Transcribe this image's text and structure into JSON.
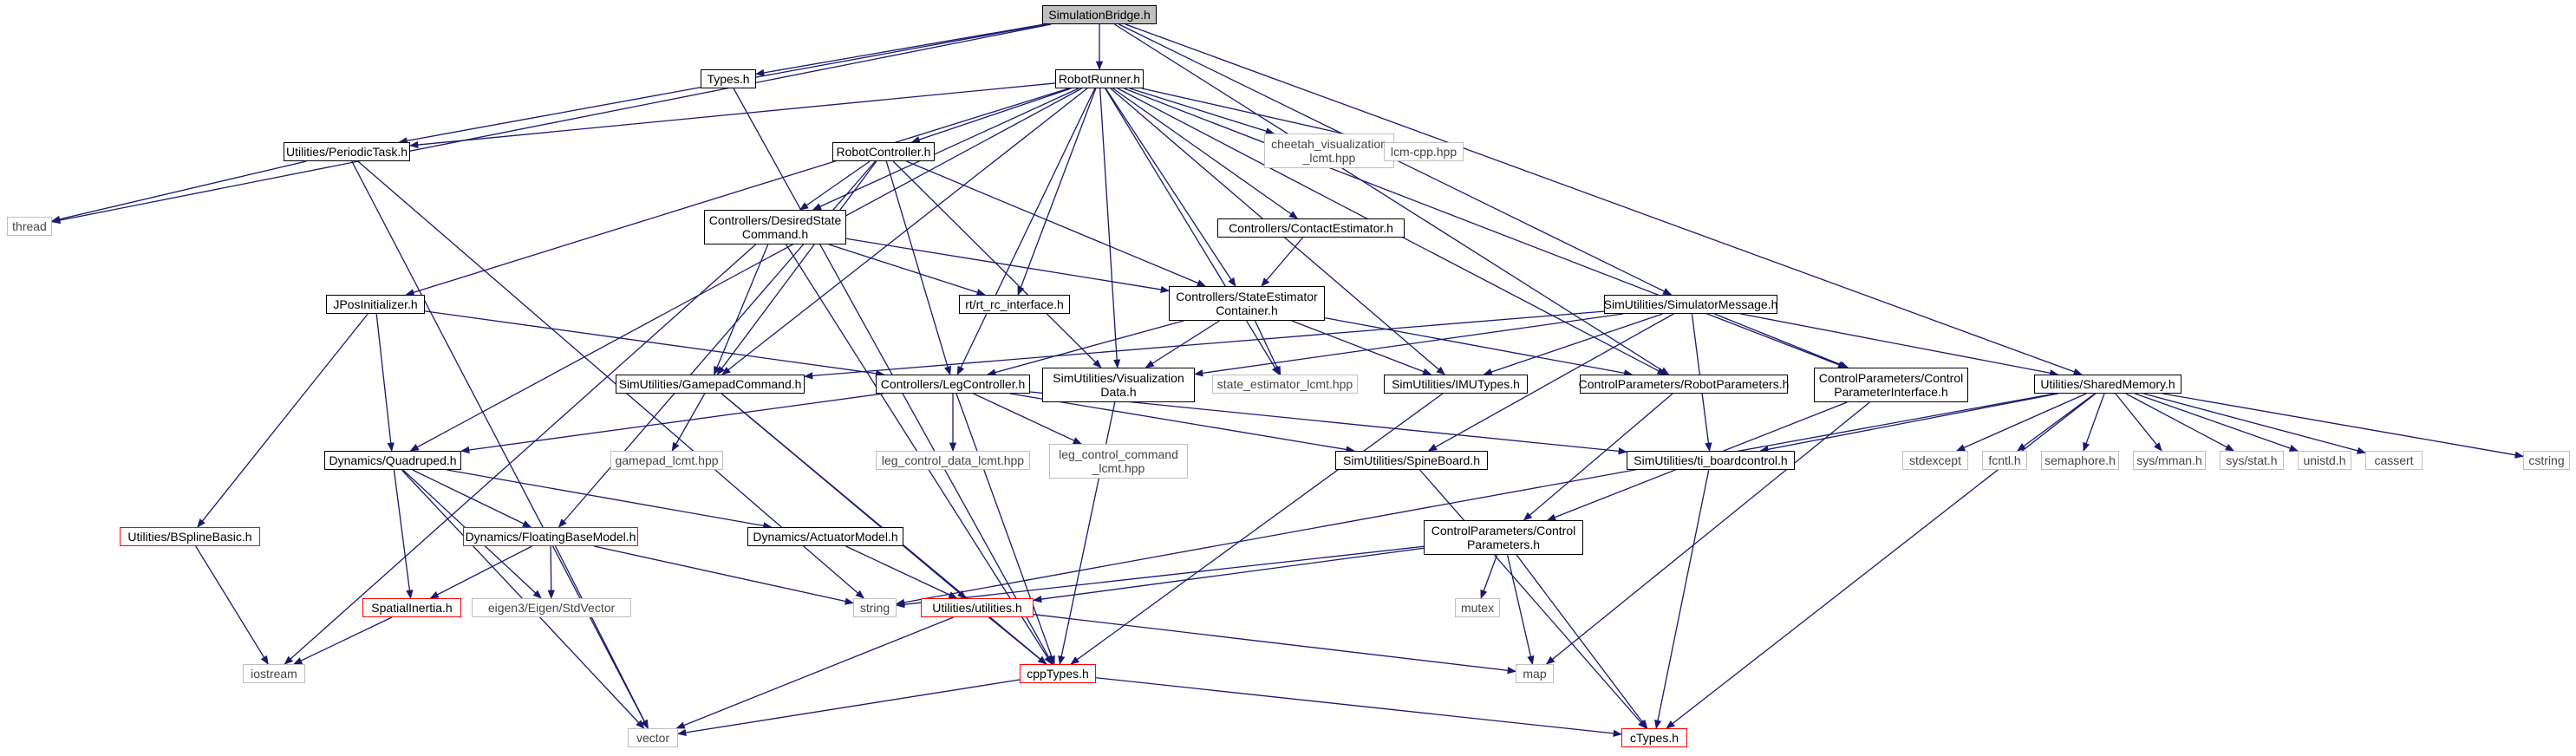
{
  "colors": {
    "edge": "#191970",
    "node_border": "#000000",
    "system_border": "#bfbfbf",
    "incomplete_border": "#ff0000",
    "root_fill": "#bfbfbf"
  },
  "nodes": {
    "simulation_bridge": "SimulationBridge.h",
    "types": "Types.h",
    "robot_runner": "RobotRunner.h",
    "periodic_task": "Utilities/PeriodicTask.h",
    "thread": "thread",
    "robot_controller": "RobotController.h",
    "cheetah_vis_lcmt": "cheetah_visualization\n_lcmt.hpp",
    "lcm_cpp": "lcm-cpp.hpp",
    "desired_state_command": "Controllers/DesiredState\nCommand.h",
    "contact_estimator": "Controllers/ContactEstimator.h",
    "rt_rc_interface": "rt/rt_rc_interface.h",
    "jpos_initializer": "JPosInitializer.h",
    "state_estimator_container": "Controllers/StateEstimator\nContainer.h",
    "simulator_message": "SimUtilities/SimulatorMessage.h",
    "gamepad_command": "SimUtilities/GamepadCommand.h",
    "leg_controller": "Controllers/LegController.h",
    "sim_visualization_data": "SimUtilities/Visualization\nData.h",
    "state_estimator_lcmt": "state_estimator_lcmt.hpp",
    "imu_types": "SimUtilities/IMUTypes.h",
    "robot_parameters": "ControlParameters/RobotParameters.h",
    "control_parameter_interface": "ControlParameters/Control\nParameterInterface.h",
    "shared_memory": "Utilities/SharedMemory.h",
    "quadruped": "Dynamics/Quadruped.h",
    "gamepad_lcmt": "gamepad_lcmt.hpp",
    "leg_control_data_lcmt": "leg_control_data_lcmt.hpp",
    "leg_control_command_lcmt": "leg_control_command\n_lcmt.hpp",
    "spine_board": "SimUtilities/SpineBoard.h",
    "ti_boardcontrol": "SimUtilities/ti_boardcontrol.h",
    "stdexcept": "stdexcept",
    "fcntl": "fcntl.h",
    "semaphore": "semaphore.h",
    "sys_mman": "sys/mman.h",
    "sys_stat": "sys/stat.h",
    "unistd": "unistd.h",
    "cassert": "cassert",
    "cstring": "cstring",
    "bspline_basic": "Utilities/BSplineBasic.h",
    "floating_base_model": "Dynamics/FloatingBaseModel.h",
    "actuator_model": "Dynamics/ActuatorModel.h",
    "control_parameters": "ControlParameters/Control\nParameters.h",
    "spatial_inertia": "SpatialInertia.h",
    "eigen_stdvector": "eigen3/Eigen/StdVector",
    "string": "string",
    "utilities": "Utilities/utilities.h",
    "mutex": "mutex",
    "iostream": "iostream",
    "map": "map",
    "cpp_types": "cppTypes.h",
    "vector": "vector",
    "c_types": "cTypes.h"
  },
  "edges": [
    [
      "simulation_bridge",
      "types"
    ],
    [
      "simulation_bridge",
      "robot_runner"
    ],
    [
      "simulation_bridge",
      "periodic_task"
    ],
    [
      "simulation_bridge",
      "thread"
    ],
    [
      "simulation_bridge",
      "simulator_message"
    ],
    [
      "simulation_bridge",
      "robot_parameters"
    ],
    [
      "simulation_bridge",
      "shared_memory"
    ],
    [
      "types",
      "cpp_types"
    ],
    [
      "robot_runner",
      "periodic_task"
    ],
    [
      "robot_runner",
      "robot_controller"
    ],
    [
      "robot_runner",
      "cheetah_vis_lcmt"
    ],
    [
      "robot_runner",
      "lcm_cpp"
    ],
    [
      "robot_runner",
      "desired_state_command"
    ],
    [
      "robot_runner",
      "contact_estimator"
    ],
    [
      "robot_runner",
      "rt_rc_interface"
    ],
    [
      "robot_runner",
      "jpos_initializer"
    ],
    [
      "robot_runner",
      "state_estimator_container"
    ],
    [
      "robot_runner",
      "gamepad_command"
    ],
    [
      "robot_runner",
      "leg_controller"
    ],
    [
      "robot_runner",
      "sim_visualization_data"
    ],
    [
      "robot_runner",
      "state_estimator_lcmt"
    ],
    [
      "robot_runner",
      "imu_types"
    ],
    [
      "robot_runner",
      "robot_parameters"
    ],
    [
      "robot_runner",
      "control_parameter_interface"
    ],
    [
      "robot_runner",
      "quadruped"
    ],
    [
      "periodic_task",
      "thread"
    ],
    [
      "periodic_task",
      "vector"
    ],
    [
      "periodic_task",
      "string"
    ],
    [
      "robot_controller",
      "desired_state_command"
    ],
    [
      "robot_controller",
      "state_estimator_container"
    ],
    [
      "robot_controller",
      "gamepad_command"
    ],
    [
      "robot_controller",
      "leg_controller"
    ],
    [
      "robot_controller",
      "sim_visualization_data"
    ],
    [
      "robot_controller",
      "floating_base_model"
    ],
    [
      "desired_state_command",
      "rt_rc_interface"
    ],
    [
      "desired_state_command",
      "state_estimator_container"
    ],
    [
      "desired_state_command",
      "gamepad_command"
    ],
    [
      "desired_state_command",
      "iostream"
    ],
    [
      "desired_state_command",
      "cpp_types"
    ],
    [
      "contact_estimator",
      "state_estimator_container"
    ],
    [
      "jpos_initializer",
      "quadruped"
    ],
    [
      "jpos_initializer",
      "bspline_basic"
    ],
    [
      "jpos_initializer",
      "leg_controller"
    ],
    [
      "state_estimator_container",
      "leg_controller"
    ],
    [
      "state_estimator_container",
      "imu_types"
    ],
    [
      "state_estimator_container",
      "state_estimator_lcmt"
    ],
    [
      "state_estimator_container",
      "sim_visualization_data"
    ],
    [
      "state_estimator_container",
      "robot_parameters"
    ],
    [
      "simulator_message",
      "gamepad_command"
    ],
    [
      "simulator_message",
      "sim_visualization_data"
    ],
    [
      "simulator_message",
      "imu_types"
    ],
    [
      "simulator_message",
      "spine_board"
    ],
    [
      "simulator_message",
      "control_parameter_interface"
    ],
    [
      "simulator_message",
      "shared_memory"
    ],
    [
      "simulator_message",
      "ti_boardcontrol"
    ],
    [
      "gamepad_command",
      "gamepad_lcmt"
    ],
    [
      "gamepad_command",
      "utilities"
    ],
    [
      "gamepad_command",
      "cpp_types"
    ],
    [
      "leg_controller",
      "quadruped"
    ],
    [
      "leg_controller",
      "leg_control_data_lcmt"
    ],
    [
      "leg_controller",
      "leg_control_command_lcmt"
    ],
    [
      "leg_controller",
      "spine_board"
    ],
    [
      "leg_controller",
      "ti_boardcontrol"
    ],
    [
      "leg_controller",
      "cpp_types"
    ],
    [
      "sim_visualization_data",
      "cpp_types"
    ],
    [
      "imu_types",
      "cpp_types"
    ],
    [
      "robot_parameters",
      "control_parameters"
    ],
    [
      "control_parameter_interface",
      "control_parameters"
    ],
    [
      "control_parameter_interface",
      "map"
    ],
    [
      "shared_memory",
      "stdexcept"
    ],
    [
      "shared_memory",
      "fcntl"
    ],
    [
      "shared_memory",
      "semaphore"
    ],
    [
      "shared_memory",
      "sys_mman"
    ],
    [
      "shared_memory",
      "sys_stat"
    ],
    [
      "shared_memory",
      "unistd"
    ],
    [
      "shared_memory",
      "cassert"
    ],
    [
      "shared_memory",
      "cstring"
    ],
    [
      "shared_memory",
      "string"
    ],
    [
      "shared_memory",
      "c_types"
    ],
    [
      "shared_memory",
      "ti_boardcontrol"
    ],
    [
      "quadruped",
      "floating_base_model"
    ],
    [
      "quadruped",
      "actuator_model"
    ],
    [
      "quadruped",
      "spatial_inertia"
    ],
    [
      "quadruped",
      "eigen_stdvector"
    ],
    [
      "quadruped",
      "vector"
    ],
    [
      "spine_board",
      "c_types"
    ],
    [
      "ti_boardcontrol",
      "c_types"
    ],
    [
      "bspline_basic",
      "iostream"
    ],
    [
      "floating_base_model",
      "spatial_inertia"
    ],
    [
      "floating_base_model",
      "eigen_stdvector"
    ],
    [
      "floating_base_model",
      "string"
    ],
    [
      "floating_base_model",
      "vector"
    ],
    [
      "actuator_model",
      "utilities"
    ],
    [
      "control_parameters",
      "string"
    ],
    [
      "control_parameters",
      "mutex"
    ],
    [
      "control_parameters",
      "map"
    ],
    [
      "control_parameters",
      "c_types"
    ],
    [
      "control_parameters",
      "utilities"
    ],
    [
      "spatial_inertia",
      "iostream"
    ],
    [
      "utilities",
      "cpp_types"
    ],
    [
      "utilities",
      "map"
    ],
    [
      "utilities",
      "vector"
    ],
    [
      "cpp_types",
      "vector"
    ],
    [
      "cpp_types",
      "c_types"
    ]
  ]
}
